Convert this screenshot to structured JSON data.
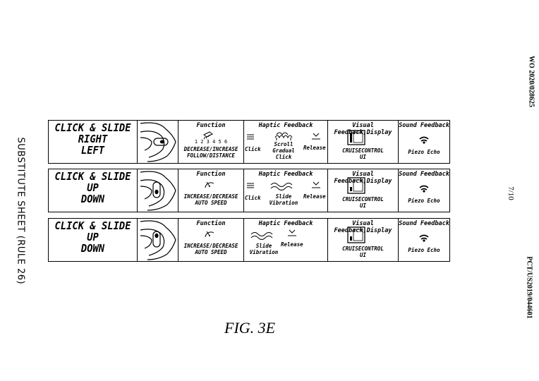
{
  "margins": {
    "left_vertical": "SUBSTITUTE SHEET (RULE 26)",
    "wo_number": "WO 2020/028625",
    "page_number": "7/10",
    "pct_number": "PCT/US2019/044601"
  },
  "figure_label": "FIG. 3E",
  "headers": {
    "function": "Function",
    "haptic": "Haptic Feedback",
    "visual": "Visual Feedback,Display",
    "sound": "Sound Feedback"
  },
  "rows": [
    {
      "title_lines": [
        "CLICK & SLIDE",
        "RIGHT",
        "LEFT"
      ],
      "function_digits": "1 2 3 4 5 6",
      "function_lines": [
        "DECREASE/INCREASE",
        "FOLLOW/DISTANCE"
      ],
      "haptic": {
        "click": "Click",
        "scroll": [
          "Scroll",
          "Gradual",
          "Click"
        ],
        "release": "Release"
      },
      "visual_lines": [
        "CRUISECONTROL",
        "UI"
      ],
      "sound": "Piezo Echo"
    },
    {
      "title_lines": [
        "CLICK & SLIDE",
        "UP",
        "DOWN"
      ],
      "function_lines": [
        "INCREASE/DECREASE",
        "AUTO SPEED"
      ],
      "haptic": {
        "click": "Click",
        "slide": [
          "Slide",
          "Vibration"
        ],
        "release": "Release"
      },
      "visual_lines": [
        "CRUISECONTROL",
        "UI"
      ],
      "sound": "Piezo Echo"
    },
    {
      "title_lines": [
        "CLICK & SLIDE",
        "UP",
        "DOWN"
      ],
      "function_lines": [
        "INCREASE/DECREASE",
        "AUTO SPEED"
      ],
      "haptic": {
        "slide": [
          "Slide",
          "Vibration"
        ],
        "release": "Release"
      },
      "visual_lines": [
        "CRUISECONTROL",
        "UI"
      ],
      "sound": "Piezo Echo"
    }
  ]
}
